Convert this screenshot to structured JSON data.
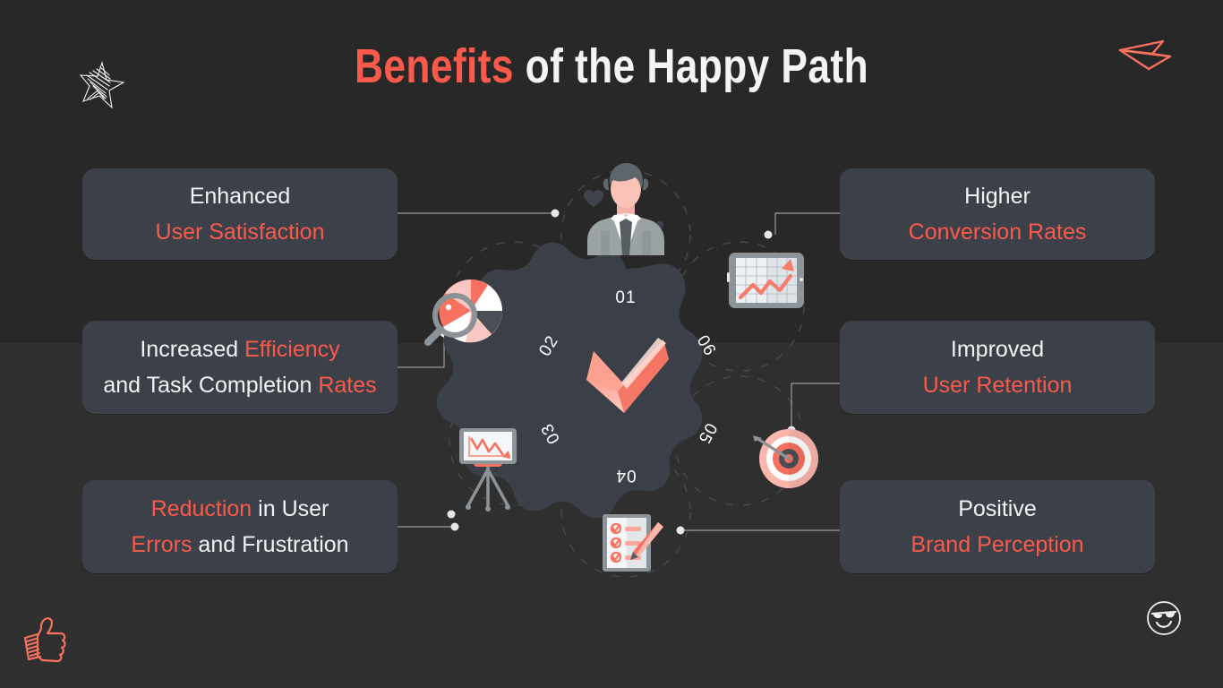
{
  "slide": {
    "background_upper": "#282828",
    "background_lower": "#2f2f2f",
    "accent_color": "#fa5a4b",
    "card_color": "#3c4049",
    "text_color": "#f2f2f2"
  },
  "header": {
    "title_accent": "Benefits",
    "title_rest": " of the Happy Path"
  },
  "hub": {
    "numbers": [
      "01",
      "02",
      "03",
      "04",
      "05",
      "06"
    ],
    "center_icon": "checkmark-icon"
  },
  "cards": {
    "left": [
      {
        "id": "enhanced-user-satisfaction",
        "lines": [
          [
            {
              "t": "Enhanced",
              "c": "white"
            }
          ],
          [
            {
              "t": "User Satisfaction",
              "c": "accent"
            }
          ]
        ]
      },
      {
        "id": "increased-efficiency",
        "lines": [
          [
            {
              "t": "Increased ",
              "c": "white"
            },
            {
              "t": "Efficiency",
              "c": "accent"
            }
          ],
          [
            {
              "t": "and Task Completion ",
              "c": "white"
            },
            {
              "t": "Rates",
              "c": "accent"
            }
          ]
        ]
      },
      {
        "id": "reduction-in-user-errors",
        "lines": [
          [
            {
              "t": "Reduction",
              "c": "accent"
            },
            {
              "t": " in User",
              "c": "white"
            }
          ],
          [
            {
              "t": "Errors",
              "c": "accent"
            },
            {
              "t": " and Frustration",
              "c": "white"
            }
          ]
        ]
      }
    ],
    "right": [
      {
        "id": "higher-conversion-rates",
        "lines": [
          [
            {
              "t": "Higher",
              "c": "white"
            }
          ],
          [
            {
              "t": "Conversion Rates",
              "c": "accent"
            }
          ]
        ]
      },
      {
        "id": "improved-user-retention",
        "lines": [
          [
            {
              "t": "Improved",
              "c": "white"
            }
          ],
          [
            {
              "t": "User Retention",
              "c": "accent"
            }
          ]
        ]
      },
      {
        "id": "positive-brand-perception",
        "lines": [
          [
            {
              "t": "Positive",
              "c": "white"
            }
          ],
          [
            {
              "t": "Brand Perception",
              "c": "accent"
            }
          ]
        ]
      }
    ]
  },
  "icons": [
    {
      "name": "person-with-hearts-icon",
      "label": "User Satisfaction"
    },
    {
      "name": "tablet-growth-chart-icon",
      "label": "Conversion Rates"
    },
    {
      "name": "pie-chart-magnifier-icon",
      "label": "Efficiency Analysis"
    },
    {
      "name": "target-arrow-icon",
      "label": "User Retention"
    },
    {
      "name": "presentation-board-declining-chart-icon",
      "label": "Error Reduction"
    },
    {
      "name": "checklist-pencil-icon",
      "label": "Brand Perception"
    }
  ],
  "doodles": [
    {
      "name": "scribble-star-doodle",
      "color": "#ffffff"
    },
    {
      "name": "paper-plane-doodle",
      "color": "#fa5a4b"
    },
    {
      "name": "thumbs-up-doodle",
      "color": "#fa5a4b"
    },
    {
      "name": "sunglasses-smiley-doodle",
      "color": "#ffffff"
    }
  ]
}
